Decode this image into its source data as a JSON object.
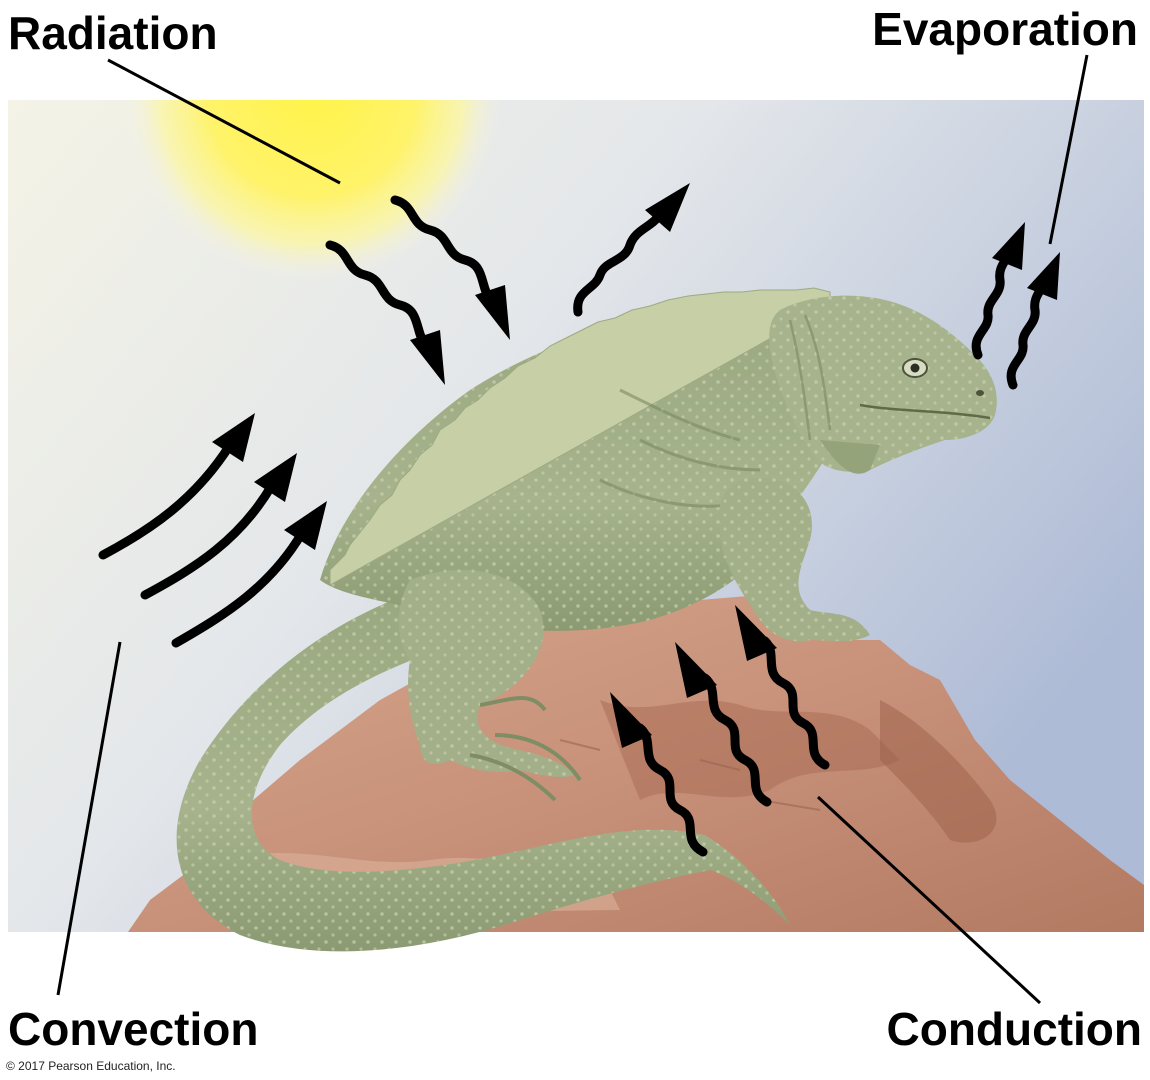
{
  "labels": {
    "radiation": "Radiation",
    "evaporation": "Evaporation",
    "convection": "Convection",
    "conduction": "Conduction"
  },
  "copyright": "© 2017 Pearson Education, Inc.",
  "colors": {
    "sun": "#fff066",
    "sky_light": "#f1f1e8",
    "sky_blue": "#b8c3dc",
    "rock": "#c9937a",
    "rock_dark": "#a86f56",
    "iguana": "#98a67e",
    "iguana_light": "#b8c49c",
    "iguana_dark": "#6f7d58",
    "arrow": "#000000"
  },
  "icons": {
    "heat": "wavy-arrow-icon",
    "air": "curved-arrow-icon"
  }
}
